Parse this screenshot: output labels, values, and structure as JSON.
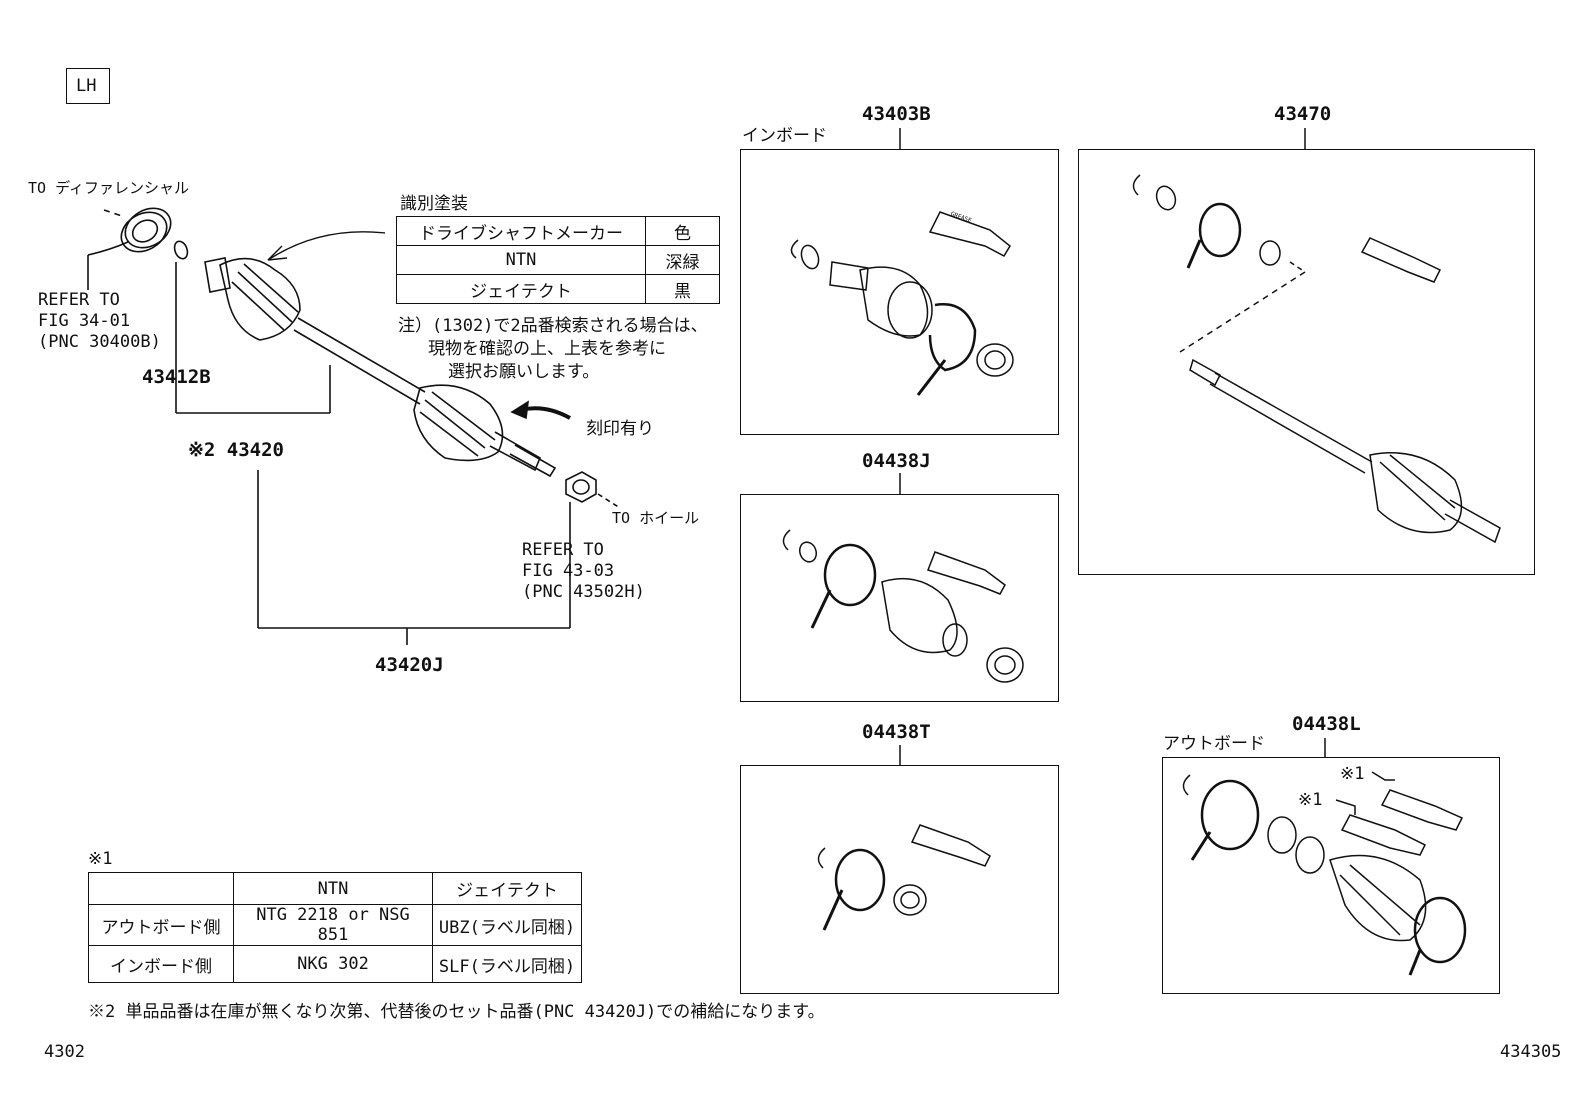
{
  "lh_tag": "LH",
  "callouts": {
    "to_diff": "TO ディファレンシャル",
    "refer1_l1": "REFER TO",
    "refer1_l2": "FIG 34-01",
    "refer1_l3": "(PNC 30400B)",
    "pnc_43412b": "43412B",
    "pnc_43420": "※2 43420",
    "pnc_43420j": "43420J",
    "to_wheel": "TO ホイール",
    "refer2_l1": "REFER TO",
    "refer2_l2": "FIG 43-03",
    "refer2_l3": "(PNC 43502H)",
    "stamp_mark": "刻印有り"
  },
  "id_paint": {
    "title": "識別塗装",
    "rows": [
      {
        "maker": "ドライブシャフトメーカー",
        "color": "色"
      },
      {
        "maker": "NTN",
        "color": "深緑"
      },
      {
        "maker": "ジェイテクト",
        "color": "黒"
      }
    ],
    "note_l1": "注）(1302)で2品番検索される場合は、",
    "note_l2": "現物を確認の上、上表を参考に",
    "note_l3": "選択お願いします。"
  },
  "kits": {
    "k43403b": {
      "pnc": "43403B",
      "side": "インボード"
    },
    "k43470": {
      "pnc": "43470"
    },
    "k04438j": {
      "pnc": "04438J"
    },
    "k04438t": {
      "pnc": "04438T"
    },
    "k04438l": {
      "pnc": "04438L",
      "side": "アウトボード",
      "mark1": "※1",
      "mark2": "※1"
    },
    "grease": "GREASE"
  },
  "grease_table": {
    "mark": "※1",
    "headers": [
      "",
      "NTN",
      "ジェイテクト"
    ],
    "rows": [
      [
        "アウトボード側",
        "NTG 2218 or NSG 851",
        "UBZ(ラベル同梱)"
      ],
      [
        "インボード側",
        "NKG 302",
        "SLF(ラベル同梱)"
      ]
    ]
  },
  "footnote2": "※2 単品品番は在庫が無くなり次第、代替後のセット品番(PNC 43420J)での補給になります。",
  "fig_left": "4302",
  "fig_right": "434305"
}
